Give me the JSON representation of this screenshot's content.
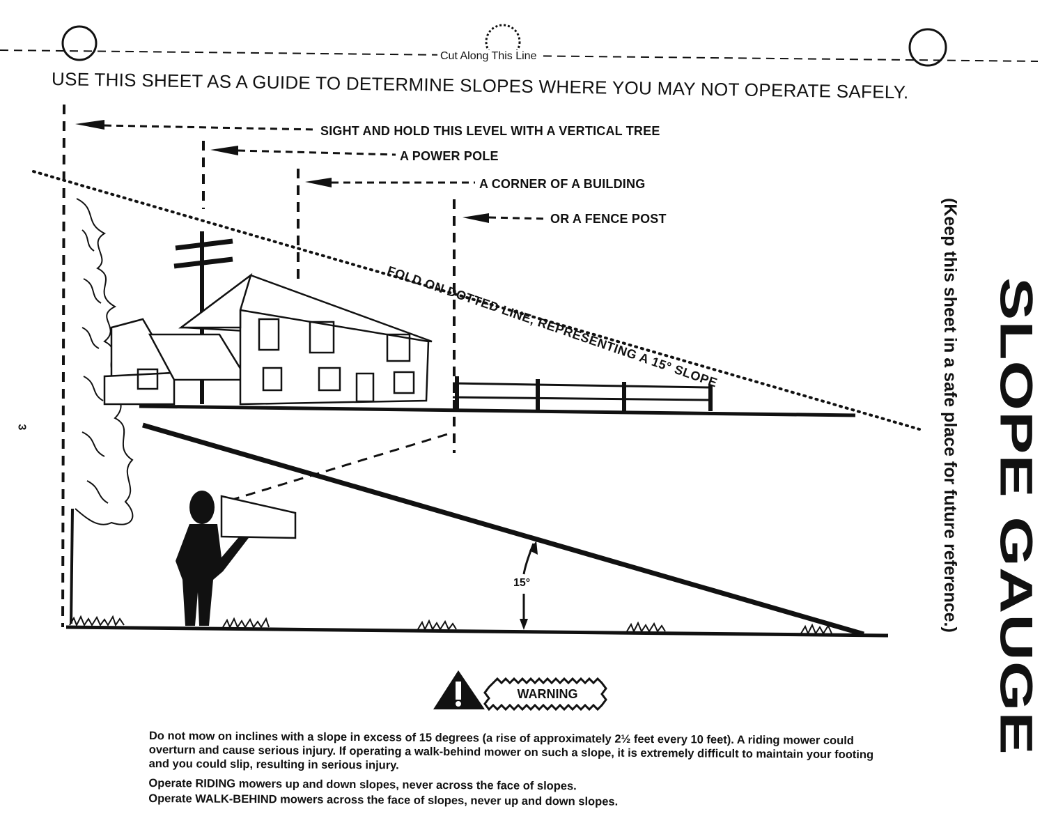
{
  "cut_line": {
    "label": "Cut Along This Line"
  },
  "headline": "USE THIS SHEET AS A GUIDE TO DETERMINE SLOPES WHERE YOU MAY NOT OPERATE SAFELY.",
  "callouts": {
    "tree": "SIGHT AND HOLD THIS LEVEL WITH A VERTICAL TREE",
    "pole": "A POWER POLE",
    "building": "A CORNER OF A BUILDING",
    "fence": "OR A FENCE POST"
  },
  "fold_label": "FOLD ON DOTTED LINE, REPRESENTING A 15° SLOPE",
  "angle_label": "15°",
  "page_number": "3",
  "side_title": "SLOPE GAUGE",
  "side_note": "(Keep this sheet in a safe place for future reference.)",
  "warning": {
    "label": "WARNING",
    "paragraph_1": "Do not mow on inclines with a slope in excess of 15 degrees (a rise of approximately 2½ feet every 10 feet). A riding mower could overturn and cause serious injury. If operating a walk-behind mower on such a slope, it is extremely difficult to maintain your footing and you could slip, resulting in serious injury.",
    "paragraph_2": "Operate RIDING mowers up and down slopes, never across the face of slopes.",
    "paragraph_3": "Operate WALK-BEHIND mowers across the face of slopes, never up and down slopes."
  }
}
